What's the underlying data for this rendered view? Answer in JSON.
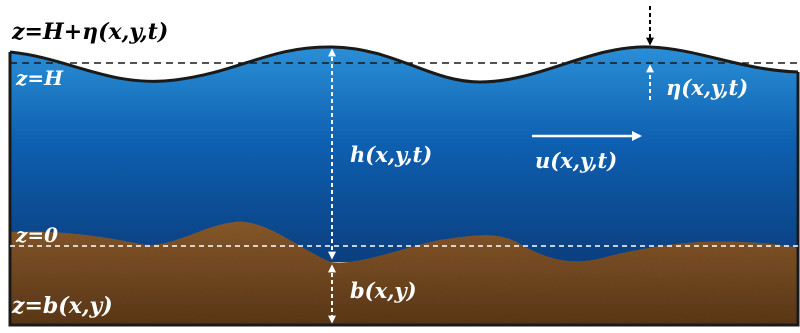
{
  "labels": {
    "top_surface": "z=H+η(x,y,t)",
    "mean_level": "z=H",
    "zero_level": "z=0",
    "bottom": "z=b(x,y)",
    "depth": "h(x,y,t)",
    "velocity": "u(x,y,t)",
    "perturbation": "η(x,y,t)",
    "bathymetry": "b(x,y)"
  },
  "colors": {
    "water_top": "#2a8fd6",
    "water_mid": "#0e5fb0",
    "water_bottom": "#0b3f7f",
    "ground_top": "#8a5a2b",
    "ground_bottom": "#5c3817",
    "outline": "#1a1a1a",
    "arrow_white": "#ffffff",
    "label_white": "#ffffff",
    "label_black": "#000000"
  }
}
